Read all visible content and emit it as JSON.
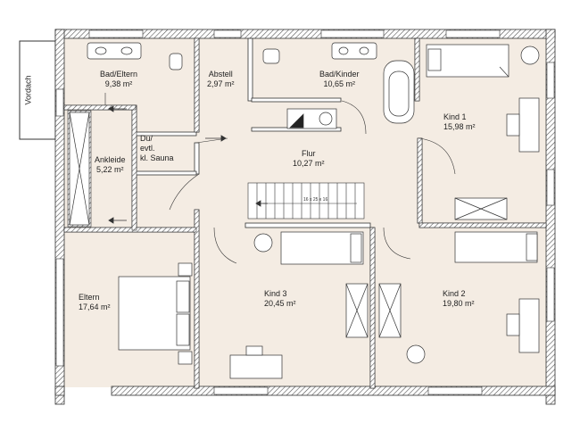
{
  "labels": {
    "vordach": "Vordach",
    "bad_eltern": {
      "name": "Bad/Eltern",
      "area": "9,38 m²"
    },
    "abstell": {
      "name": "Abstell",
      "area": "2,97 m²"
    },
    "bad_kinder": {
      "name": "Bad/Kinder",
      "area": "10,65 m²"
    },
    "kind1": {
      "name": "Kind 1",
      "area": "15,98 m²"
    },
    "ankleide": {
      "name": "Ankleide",
      "area": "5,22 m²"
    },
    "du_sauna": {
      "line1": "Du/",
      "line2": "evtl.",
      "line3": "kl. Sauna"
    },
    "flur": {
      "name": "Flur",
      "area": "10,27 m²"
    },
    "stair": "16 x 25 x 16",
    "eltern": {
      "name": "Eltern",
      "area": "17,64 m²"
    },
    "kind3": {
      "name": "Kind 3",
      "area": "20,45 m²"
    },
    "kind2": {
      "name": "Kind 2",
      "area": "19,80 m²"
    }
  },
  "colors": {
    "wall": "#555555",
    "floor": "#f4ece3",
    "line": "#333333"
  }
}
